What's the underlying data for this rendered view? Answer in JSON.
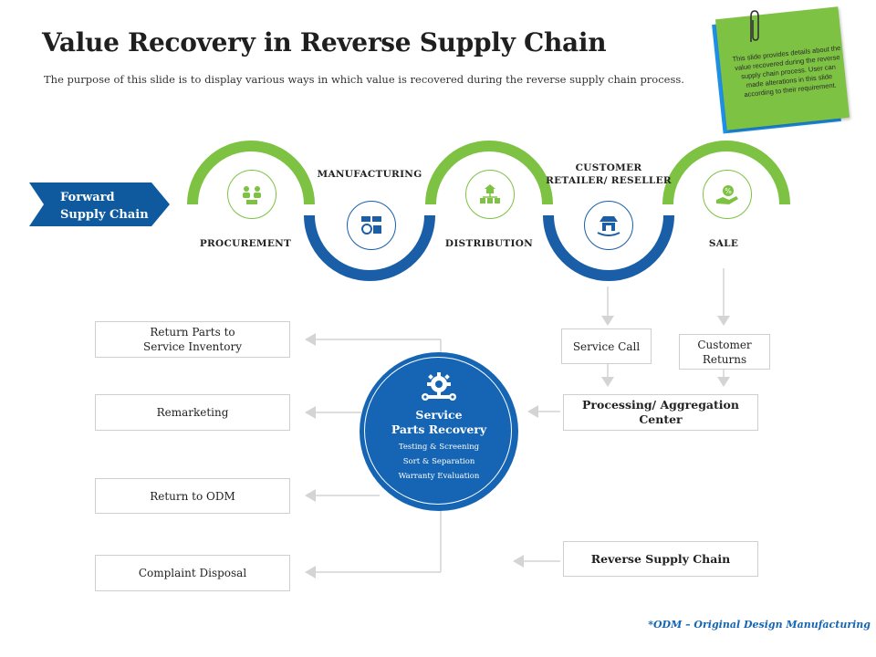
{
  "title": "Value Recovery in Reverse Supply Chain",
  "subtitle": "The purpose of this slide is to display various ways in which value is recovered during the reverse supply chain process.",
  "sticky_note": "This slide provides details about the value recovered during the reverse supply chain process. User can made alterations in this slide according to their requirement.",
  "forward_ribbon": {
    "line1": "Forward",
    "line2": "Supply Chain"
  },
  "stages": {
    "procurement": "PROCUREMENT",
    "manufacturing": "MANUFACTURING",
    "distribution": "DISTRIBUTION",
    "customer_line1": "CUSTOMER",
    "customer_line2": "RETAILER/ RESELLER",
    "sale": "SALE"
  },
  "left_boxes": {
    "return_parts_line1": "Return  Parts to",
    "return_parts_line2": "Service Inventory",
    "remarketing": "Remarketing",
    "return_odm": "Return  to ODM",
    "complaint": "Complaint  Disposal"
  },
  "right_boxes": {
    "service_call": "Service Call",
    "customer_returns_line1": "Customer",
    "customer_returns_line2": "Returns",
    "processing": "Processing/ Aggregation Center",
    "reverse": "Reverse Supply Chain"
  },
  "hub": {
    "title_line1": "Service",
    "title_line2": "Parts Recovery",
    "items": [
      "Testing  & Screening",
      "Sort & Separation",
      "Warranty  Evaluation"
    ]
  },
  "footnote": "*ODM – Original Design Manufacturing",
  "colors": {
    "green": "#7dc242",
    "blue": "#1565b4",
    "dark_blue": "#0f4f8f",
    "arrow_gray": "#d4d4d4"
  }
}
